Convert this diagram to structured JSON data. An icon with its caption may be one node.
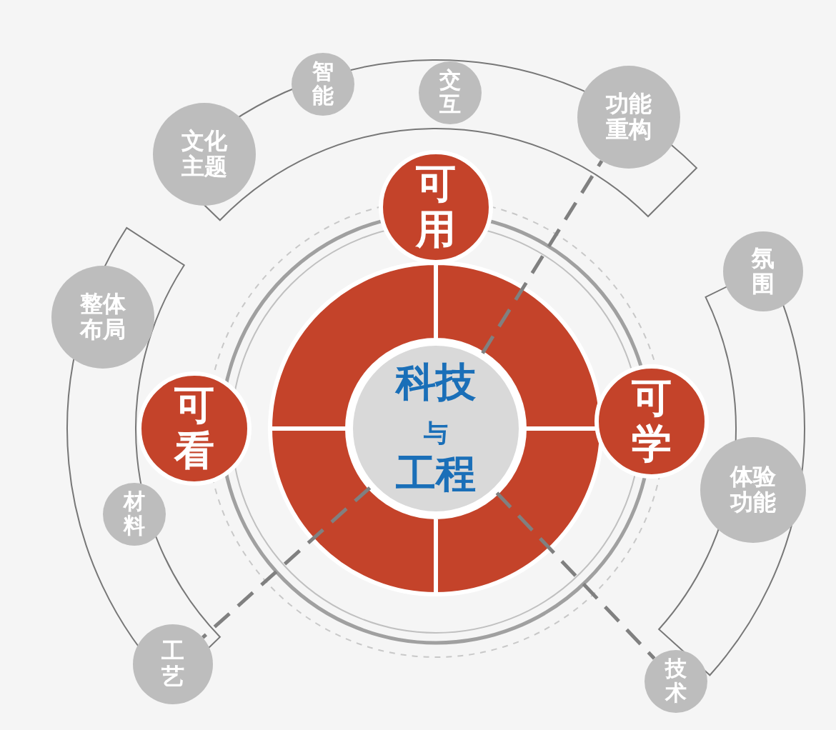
{
  "diagram": {
    "nodes": [
      {
        "text": [
          "可用"
        ]
      },
      {
        "text": [
          "可看"
        ]
      },
      {
        "text": [
          "可学"
        ]
      },
      {
        "text": [
          "科技与工程"
        ]
      },
      {
        "text": [
          "文化主题"
        ]
      },
      {
        "text": [
          "智能"
        ]
      },
      {
        "text": [
          "交互"
        ]
      },
      {
        "text": [
          "功能重构"
        ]
      },
      {
        "text": [
          "整体布局"
        ]
      },
      {
        "text": [
          "材料"
        ]
      },
      {
        "text": [
          "工艺"
        ]
      },
      {
        "text": [
          "氛围"
        ]
      },
      {
        "text": [
          "体验功能"
        ]
      },
      {
        "text": [
          "技术"
        ]
      }
    ],
    "edges": [
      {
        "from": 3,
        "to": 7,
        "arrow": "none",
        "style": "dashed"
      },
      {
        "from": 3,
        "to": 10,
        "arrow": "none",
        "style": "dashed"
      },
      {
        "from": 3,
        "to": 13,
        "arrow": "none",
        "style": "dashed"
      }
    ]
  }
}
